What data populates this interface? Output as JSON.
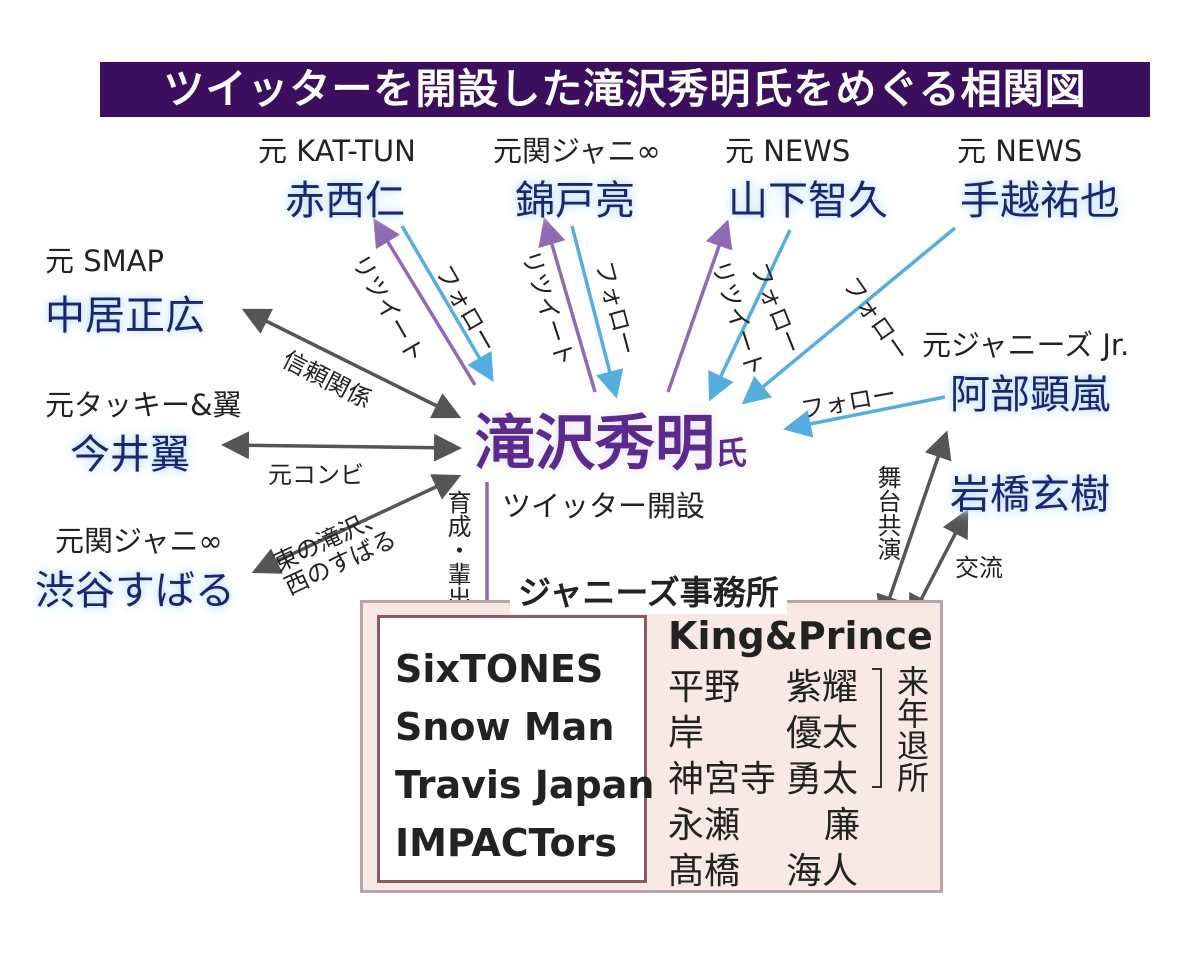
{
  "title": "ツイッターを開設した滝沢秀明氏をめぐる相関図",
  "center": {
    "name": "滝沢秀明",
    "suffix": "氏",
    "note": "ツイッター開設"
  },
  "top_people": [
    {
      "group": "元 KAT-TUN",
      "name": "赤西仁"
    },
    {
      "group": "元関ジャニ∞",
      "name": "錦戸亮"
    },
    {
      "group": "元 NEWS",
      "name": "山下智久"
    },
    {
      "group": "元 NEWS",
      "name": "手越祐也"
    }
  ],
  "left_people": [
    {
      "group": "元 SMAP",
      "name": "中居正広",
      "relation": "信頼関係"
    },
    {
      "group": "元タッキー&翼",
      "name": "今井翼",
      "relation": "元コンビ"
    },
    {
      "group": "元関ジャニ∞",
      "name": "渋谷すばる",
      "relation_line1": "東の滝沢、",
      "relation_line2": "西のすばる"
    }
  ],
  "right_people": [
    {
      "group": "元ジャニーズ Jr.",
      "name": "阿部顕嵐",
      "relation": "フォロー",
      "relation2": "舞台共演"
    },
    {
      "name": "岩橋玄樹",
      "relation": "交流"
    }
  ],
  "arrow_labels": {
    "retweet": "リツイート",
    "follow": "フォロー",
    "nurture": "育成・輩出"
  },
  "agency": {
    "label": "ジャニーズ事務所",
    "groups": [
      "SixTONES",
      "Snow Man",
      "Travis Japan",
      "IMPACTors"
    ],
    "kp": {
      "name": "King&Prince",
      "members": [
        {
          "family": "平野",
          "given": "紫耀"
        },
        {
          "family": "岸",
          "given": "優太"
        },
        {
          "family": "神宮寺",
          "given": "勇太"
        },
        {
          "family": "永瀬",
          "given": "廉"
        },
        {
          "family": "髙橋",
          "given": "海人"
        }
      ],
      "leaving_note": "来年退所"
    }
  },
  "colors": {
    "title_bg": "#3b0e5e",
    "retweet": "#8f6bb3",
    "follow": "#56aee0",
    "relation": "#555555",
    "center": "#5a2a8c",
    "name": "#1c2670"
  }
}
